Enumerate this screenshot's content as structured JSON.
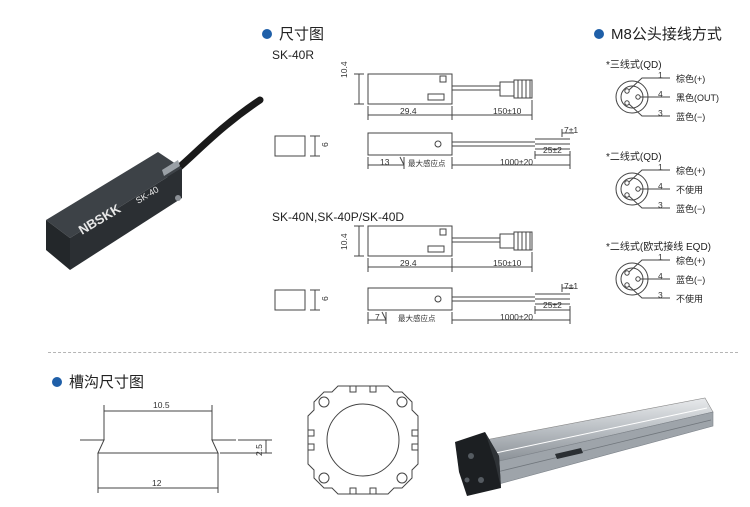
{
  "sections": {
    "dimensions_title": "尺寸图",
    "m8_title": "M8公头接线方式",
    "groove_title": "槽沟尺寸图"
  },
  "sensor_label": {
    "brand": "NBSKK",
    "model": "SK-40"
  },
  "models": {
    "group1": "SK-40R",
    "group2": "SK-40N,SK-40P/SK-40D"
  },
  "dims": {
    "height": "10.4",
    "length": "29.4",
    "cable_m8": "150±10",
    "width": "6",
    "lead": "7±1",
    "strip": "25±2",
    "sense_r": "13",
    "sense_npd": "7",
    "sense_label": "最大感应点",
    "cable_flying": "1000±20"
  },
  "wiring": [
    {
      "title": "*三线式(QD)",
      "pins": [
        {
          "num": "1",
          "label": "棕色(+)"
        },
        {
          "num": "4",
          "label": "黑色(OUT)"
        },
        {
          "num": "3",
          "label": "蓝色(−)"
        }
      ]
    },
    {
      "title": "*二线式(QD)",
      "pins": [
        {
          "num": "1",
          "label": "棕色(+)"
        },
        {
          "num": "4",
          "label": "不使用"
        },
        {
          "num": "3",
          "label": "蓝色(−)"
        }
      ]
    },
    {
      "title": "*二线式(欧式接线 EQD)",
      "pins": [
        {
          "num": "1",
          "label": "棕色(+)"
        },
        {
          "num": "4",
          "label": "蓝色(−)"
        },
        {
          "num": "3",
          "label": "不使用"
        }
      ]
    }
  ],
  "groove": {
    "top": "10.5",
    "depth": "2.5",
    "bottom": "12"
  },
  "colors": {
    "accent": "#1f5fa8",
    "line": "#444444",
    "sensor": "#2b2f33"
  }
}
